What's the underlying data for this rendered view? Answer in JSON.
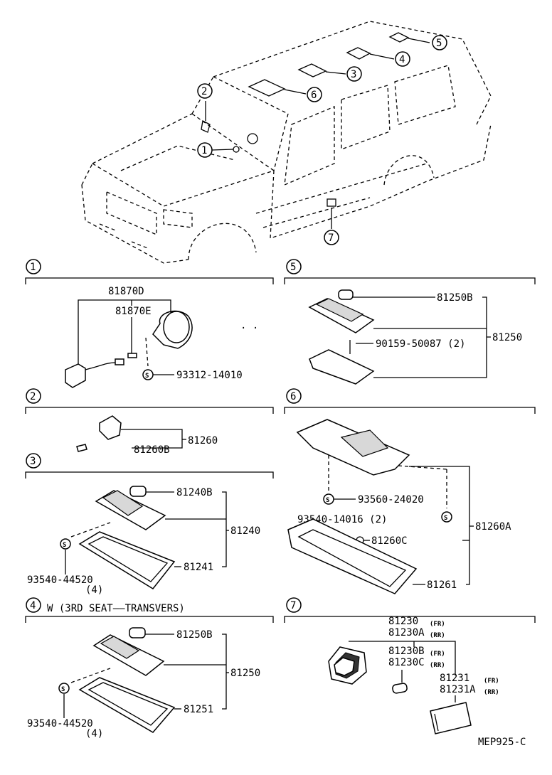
{
  "diagram": {
    "code": "MEP925-C",
    "callouts": [
      "1",
      "2",
      "3",
      "4",
      "5",
      "6",
      "7"
    ],
    "sections": [
      {
        "id": "1",
        "note": "",
        "parts": [
          "81870D",
          "81870E",
          "93312-14010"
        ]
      },
      {
        "id": "2",
        "note": "",
        "parts": [
          "81260",
          "81260B"
        ]
      },
      {
        "id": "3",
        "note": "",
        "parts": [
          "81240B",
          "81240",
          "81241",
          "93540-44520",
          "(4)"
        ]
      },
      {
        "id": "4",
        "note": "W (3RD SEAT——TRANSVERS)",
        "parts": [
          "81250B",
          "81250",
          "81251",
          "93540-44520",
          "(4)"
        ]
      },
      {
        "id": "5",
        "note": "",
        "parts": [
          "81250B",
          "90159-50087 (2)",
          "81250"
        ]
      },
      {
        "id": "6",
        "note": "",
        "parts": [
          "93560-24020",
          "93540-14016 (2)",
          "81260A",
          "81260C",
          "81261"
        ]
      },
      {
        "id": "7",
        "note": "",
        "parts": [
          "81230",
          "(FR)",
          "81230A",
          "(RR)",
          "81230B",
          "(FR)",
          "81230C",
          "(RR)",
          "81231",
          "(FR)",
          "81231A",
          "(RR)"
        ]
      }
    ]
  }
}
